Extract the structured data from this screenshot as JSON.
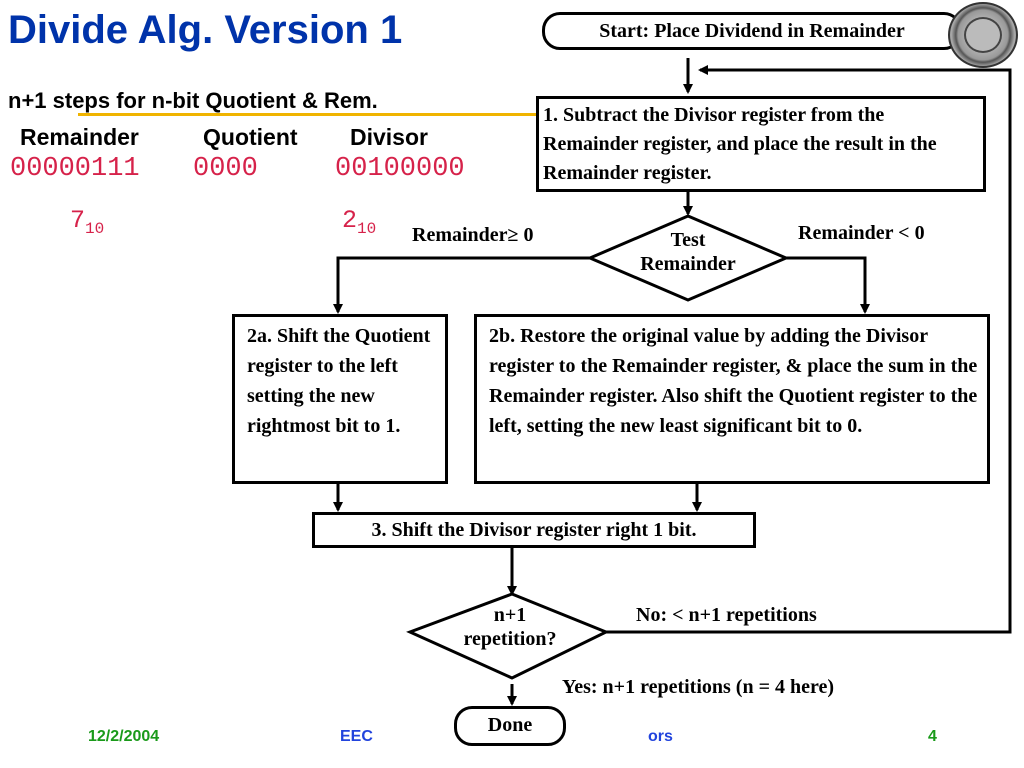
{
  "slide": {
    "title": "Divide Alg. Version 1",
    "subtitle": "n+1 steps for n-bit Quotient & Rem.",
    "registers": {
      "headers": [
        "Remainder",
        "Quotient",
        "Divisor"
      ],
      "values": [
        "00000111",
        "0000",
        "00100000"
      ],
      "remainder_decimal": "7",
      "divisor_decimal": "2",
      "base_subscript": "10"
    }
  },
  "flowchart": {
    "start": "Start: Place Dividend in Remainder",
    "step1": "1. Subtract the Divisor register from the Remainder register, and place the result in the Remainder register.",
    "test_line1": "Test",
    "test_line2": "Remainder",
    "branch_ge": "Remainder≥ 0",
    "branch_lt": "Remainder < 0",
    "step2a": "2a. Shift the Quotient register to the left setting the new rightmost bit to 1.",
    "step2b": "2b. Restore the original value by adding the Divisor register to the Remainder register, & place the sum in the Remainder register. Also shift the Quotient register to the left, setting the new least significant bit to 0.",
    "step3": "3. Shift the Divisor register right 1 bit.",
    "rep_line1": "n+1",
    "rep_line2": "repetition?",
    "no_label": "No: < n+1 repetitions",
    "yes_label": "Yes: n+1 repetitions (n = 4 here)",
    "done": "Done"
  },
  "footer": {
    "date": "12/2/2004",
    "course_left": "EEC",
    "course_right": "ors",
    "page": "4"
  },
  "colors": {
    "title": "#0033aa",
    "register_values": "#d6224a",
    "rule": "#f0b400",
    "footer_date": "#1a9a1a",
    "footer_course": "#2244dd"
  }
}
